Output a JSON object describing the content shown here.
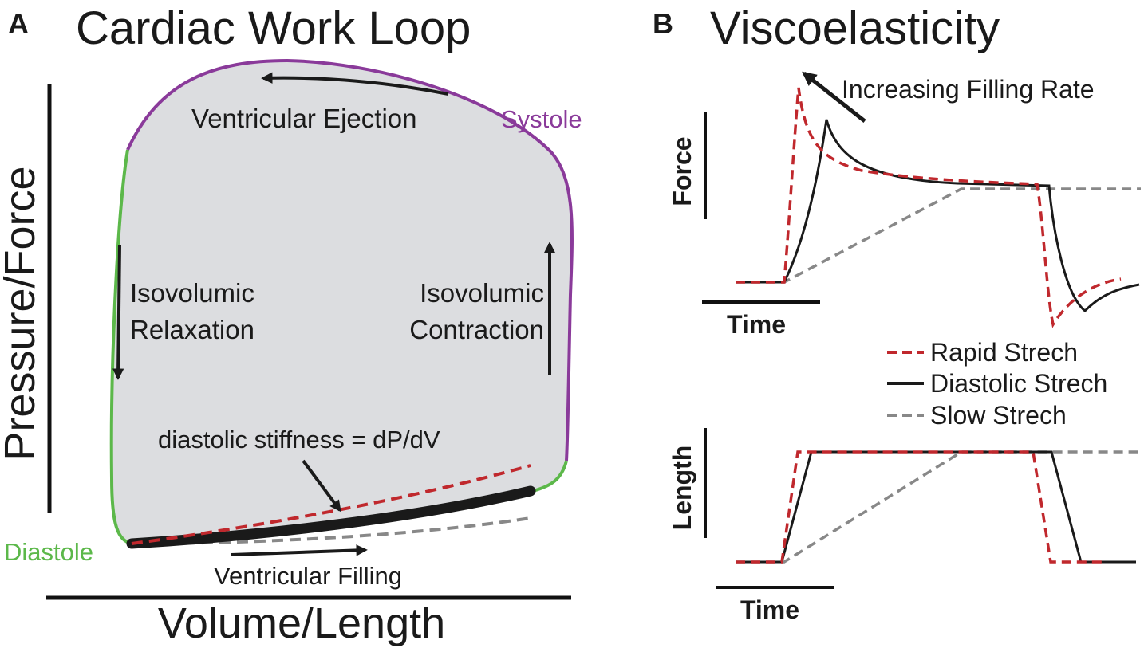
{
  "panel_a": {
    "letter": "A",
    "title": "Cardiac Work Loop",
    "y_axis_label": "Pressure/Force",
    "x_axis_label": "Volume/Length",
    "systole_label": "Systole",
    "diastole_label": "Diastole",
    "ejection_label": "Ventricular Ejection",
    "relaxation_label_line1": "Isovolumic",
    "relaxation_label_line2": "Relaxation",
    "contraction_label_line1": "Isovolumic",
    "contraction_label_line2": "Contraction",
    "stiffness_label": "diastolic stiffness = dP/dV",
    "filling_label": "Ventricular Filling"
  },
  "panel_b": {
    "letter": "B",
    "title": "Viscoelasticity",
    "filling_rate_label": "Increasing Filling Rate",
    "force_label": "Force",
    "length_label": "Length",
    "time_label_top": "Time",
    "time_label_bottom": "Time",
    "legend": [
      {
        "label": "Rapid Strech",
        "style": "dashed",
        "color": "#c0282d"
      },
      {
        "label": "Diastolic Strech",
        "style": "solid",
        "color": "#1a1a1a"
      },
      {
        "label": "Slow Strech",
        "style": "dashed",
        "color": "#888888"
      }
    ]
  },
  "colors": {
    "systole": "#8a3a9a",
    "diastole": "#5cb84a",
    "loop_fill": "#dcdde0",
    "rapid": "#c0282d",
    "diastolic": "#1a1a1a",
    "slow": "#888888"
  }
}
